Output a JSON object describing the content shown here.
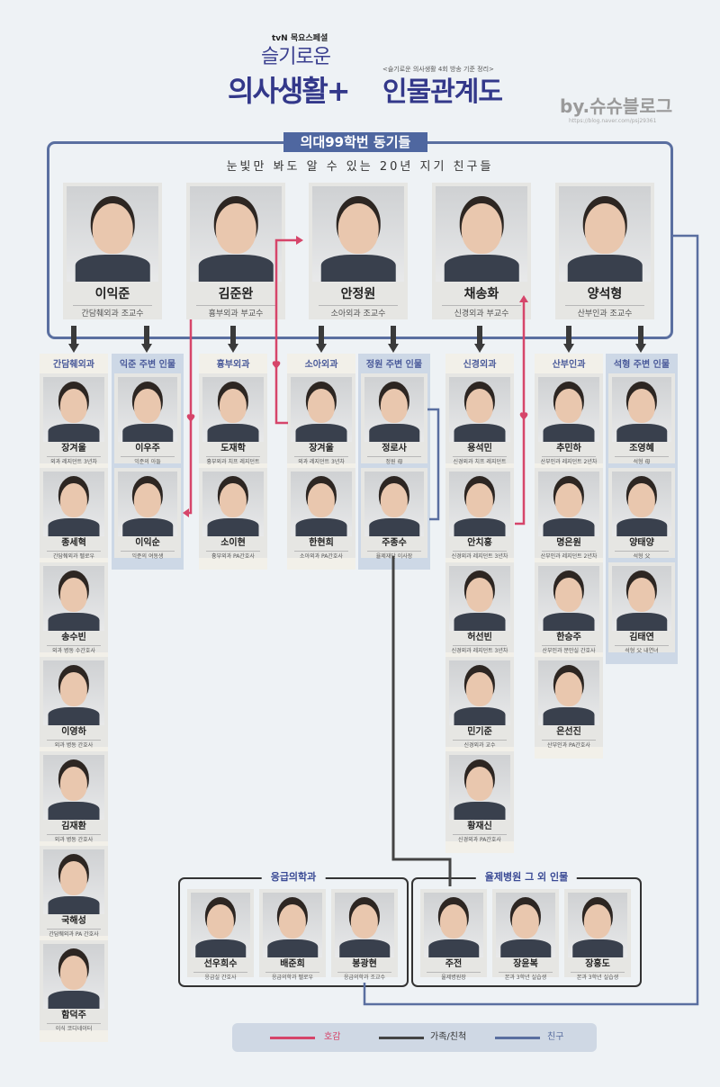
{
  "header": {
    "brand": "tvN 목요스페셜",
    "title_small": "슬기로운",
    "title_big": "의사생활+",
    "title_suffix": "인물관계도",
    "note": "<슬기로운 의사생활 4회 방송 기준 정리>",
    "author": "by.슈슈블로그",
    "author_url": "https://blog.naver.com/psj29361"
  },
  "top_group": {
    "tab": "의대99학번 동기들",
    "motto": "눈빛만 봐도 알 수 있는 20년 지기 친구들",
    "members": [
      {
        "name": "이익준",
        "role": "간담췌외과 조교수"
      },
      {
        "name": "김준완",
        "role": "흉부외과 부교수"
      },
      {
        "name": "안정원",
        "role": "소아외과 조교수"
      },
      {
        "name": "채송화",
        "role": "신경외과 부교수"
      },
      {
        "name": "양석형",
        "role": "산부인과 조교수"
      }
    ]
  },
  "columns": [
    {
      "header": "간담췌외과",
      "people": [
        {
          "name": "장겨울",
          "role": "외과 레지던트 3년차"
        },
        {
          "name": "종세혁",
          "role": "간담췌외과 펠로우"
        },
        {
          "name": "송수빈",
          "role": "외과 병동 수간호사"
        },
        {
          "name": "이영하",
          "role": "외과 병동 간호사"
        },
        {
          "name": "김재환",
          "role": "외과 병동 간호사"
        },
        {
          "name": "국해성",
          "role": "간담췌외과 PA 간호사"
        },
        {
          "name": "함덕주",
          "role": "이식 코디네이터"
        }
      ]
    },
    {
      "header": "익준 주변 인물",
      "people": [
        {
          "name": "이우주",
          "role": "익준의 아들"
        },
        {
          "name": "이익순",
          "role": "익준의 여동생"
        }
      ]
    },
    {
      "header": "흉부외과",
      "people": [
        {
          "name": "도재학",
          "role": "흉부외과 치프 레지던트"
        },
        {
          "name": "소이현",
          "role": "흉부외과 PA간호사"
        }
      ]
    },
    {
      "header": "소아외과",
      "people": [
        {
          "name": "장겨울",
          "role": "외과 레지던트 3년차"
        },
        {
          "name": "한현희",
          "role": "소아외과 PA간호사"
        }
      ]
    },
    {
      "header": "정원 주변 인물",
      "people": [
        {
          "name": "정로사",
          "role": "정원 母"
        },
        {
          "name": "주종수",
          "role": "율제재단 이사장"
        }
      ]
    },
    {
      "header": "신경외과",
      "people": [
        {
          "name": "용석민",
          "role": "신경외과 치프 레지던트"
        },
        {
          "name": "안치홍",
          "role": "신경외과 레지던트 3년차"
        },
        {
          "name": "허선빈",
          "role": "신경외과 레지던트 3년차"
        },
        {
          "name": "민기준",
          "role": "신경외과 교수"
        },
        {
          "name": "황재신",
          "role": "신경외과 PA간호사"
        }
      ]
    },
    {
      "header": "산부인과",
      "people": [
        {
          "name": "추민하",
          "role": "산부인과 레지던트 2년차"
        },
        {
          "name": "명은원",
          "role": "산부인과 레지던트 2년차"
        },
        {
          "name": "한승주",
          "role": "산부인과 분만실 간호사"
        },
        {
          "name": "은선진",
          "role": "산부인과 PA간호사"
        }
      ]
    },
    {
      "header": "석형 주변 인물",
      "people": [
        {
          "name": "조영혜",
          "role": "석형 母"
        },
        {
          "name": "양태양",
          "role": "석형 父"
        },
        {
          "name": "김태연",
          "role": "석형 父 내연녀"
        }
      ]
    }
  ],
  "bottom_groups": [
    {
      "header": "응급의학과",
      "people": [
        {
          "name": "선우희수",
          "role": "응급실 간호사"
        },
        {
          "name": "배준희",
          "role": "응급의학과 펠로우"
        },
        {
          "name": "봉광현",
          "role": "응급의학과 조교수"
        }
      ]
    },
    {
      "header": "율제병원 그 외 인물",
      "people": [
        {
          "name": "주전",
          "role": "율제병원장"
        },
        {
          "name": "장윤복",
          "role": "본과 3학년 실습생"
        },
        {
          "name": "장홍도",
          "role": "본과 3학년 실습생"
        }
      ]
    }
  ],
  "legend": [
    {
      "label": "호감",
      "color": "#d6456a"
    },
    {
      "label": "가족/친척",
      "color": "#444444"
    },
    {
      "label": "친구",
      "color": "#5a6fa0"
    }
  ]
}
